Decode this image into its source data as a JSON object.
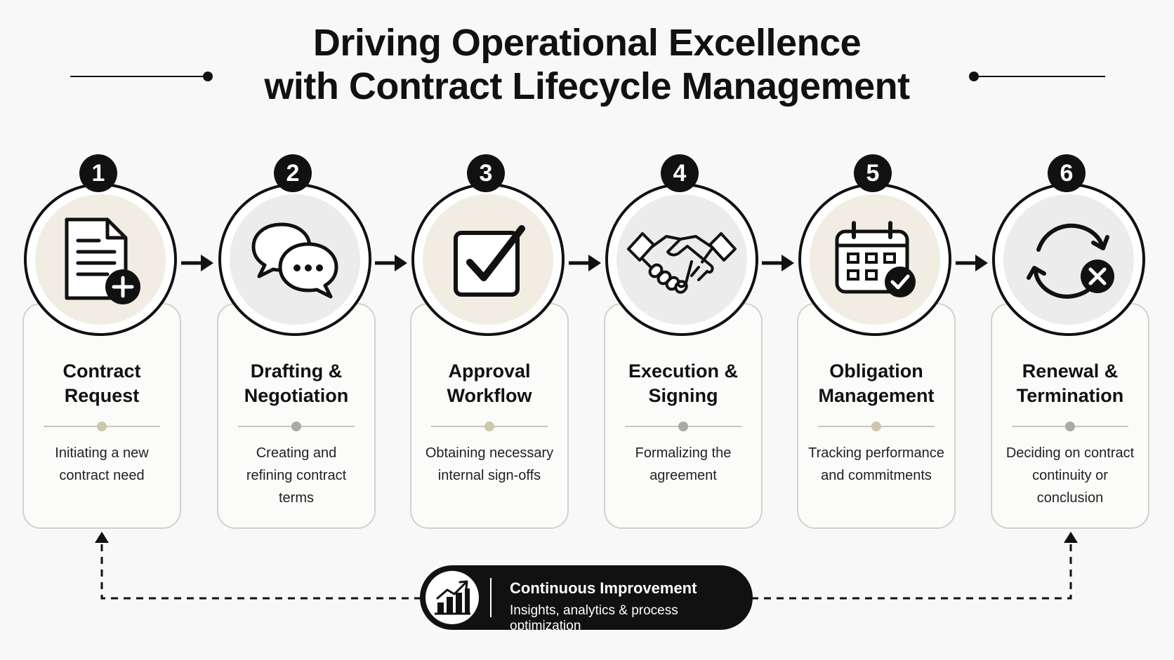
{
  "title_line1": "Driving Operational Excellence",
  "title_line2": "with Contract Lifecycle Management",
  "steps": [
    {
      "number": "1",
      "title_line1": "Contract",
      "title_line2": "Request",
      "desc_line1": "Initiating a new",
      "desc_line2": "contract need",
      "desc_line3": "",
      "icon": "document-plus-icon",
      "tint": "beige"
    },
    {
      "number": "2",
      "title_line1": "Drafting &",
      "title_line2": "Negotiation",
      "desc_line1": "Creating and",
      "desc_line2": "refining contract",
      "desc_line3": "terms",
      "icon": "chat-bubbles-icon",
      "tint": "gray"
    },
    {
      "number": "3",
      "title_line1": "Approval",
      "title_line2": "Workflow",
      "desc_line1": "Obtaining necessary",
      "desc_line2": "internal sign-offs",
      "desc_line3": "",
      "icon": "checkbox-icon",
      "tint": "beige"
    },
    {
      "number": "4",
      "title_line1": "Execution &",
      "title_line2": "Signing",
      "desc_line1": "Formalizing the",
      "desc_line2": "agreement",
      "desc_line3": "",
      "icon": "handshake-icon",
      "tint": "gray"
    },
    {
      "number": "5",
      "title_line1": "Obligation",
      "title_line2": "Management",
      "desc_line1": "Tracking performance",
      "desc_line2": "and commitments",
      "desc_line3": "",
      "icon": "calendar-check-icon",
      "tint": "beige"
    },
    {
      "number": "6",
      "title_line1": "Renewal &",
      "title_line2": "Termination",
      "desc_line1": "Deciding on contract",
      "desc_line2": "continuity or",
      "desc_line3": "conclusion",
      "icon": "cycle-cancel-icon",
      "tint": "gray"
    }
  ],
  "continuous_improvement": {
    "title": "Continuous Improvement",
    "subtitle": "Insights, analytics & process optimization",
    "icon": "growth-chart-icon"
  },
  "colors": {
    "ink": "#111111",
    "beige_tint": "#f1ede3",
    "gray_tint": "#ececec",
    "card_border": "#d3d1cc",
    "beige_dot": "#cfc6ae",
    "gray_dot": "#a9a9a9"
  }
}
